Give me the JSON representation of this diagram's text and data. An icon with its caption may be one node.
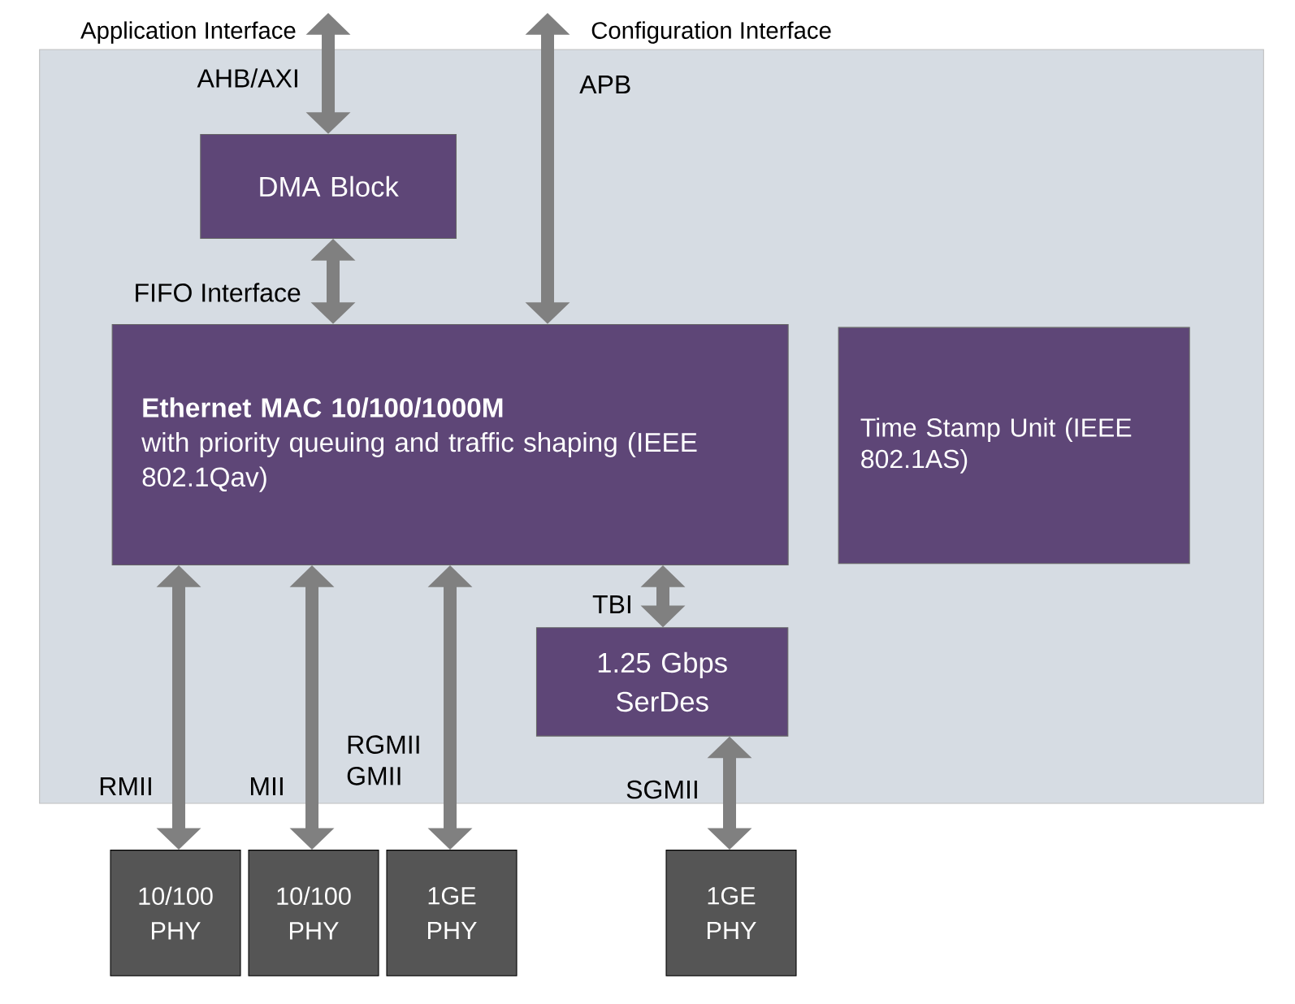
{
  "diagram": {
    "nodes": [
      {
        "text": [],
        "shape": "box"
      },
      {
        "text": [
          "DMA Block"
        ],
        "in": 0
      },
      {
        "text": [
          "Ethernet MAC 10/100/1000M",
          "with priority queuing and traffic shaping (IEEE 802.1Qav)"
        ],
        "in": 0
      },
      {
        "text": [
          "Time Stamp Unit (IEEE 802.1AS)"
        ],
        "in": 0
      },
      {
        "text": [
          "1.25 Gbps SerDes"
        ],
        "in": 0
      },
      {
        "text": [
          "10/100 PHY"
        ]
      },
      {
        "text": [
          "10/100 PHY"
        ]
      },
      {
        "text": [
          "1GE PHY"
        ]
      },
      {
        "text": [
          "1GE PHY"
        ]
      }
    ],
    "edges": [
      {
        "from": null,
        "to": 1,
        "arrow": "both",
        "label": "AHB/AXI"
      },
      {
        "from": 1,
        "to": 2,
        "arrow": "both",
        "label": "FIFO Interface"
      },
      {
        "from": null,
        "to": 2,
        "arrow": "both",
        "label": "APB"
      },
      {
        "from": 2,
        "to": 5,
        "arrow": "both",
        "label": "RMII"
      },
      {
        "from": 2,
        "to": 6,
        "arrow": "both",
        "label": "MII"
      },
      {
        "from": 2,
        "to": 7,
        "arrow": "both",
        "label": "RGMII GMII"
      },
      {
        "from": 2,
        "to": 4,
        "arrow": "both",
        "label": "TBI"
      },
      {
        "from": 4,
        "to": 8,
        "arrow": "both",
        "label": "SGMII"
      }
    ],
    "labels": [
      "Application Interface",
      "Configuration Interface"
    ]
  }
}
